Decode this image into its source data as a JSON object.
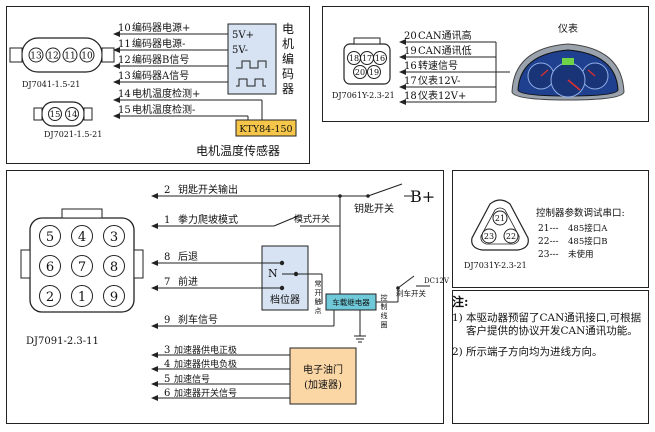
{
  "panel1": {
    "pins": [
      {
        "num": "10",
        "label": "编码器电源+"
      },
      {
        "num": "11",
        "label": "编码器电源-"
      },
      {
        "num": "12",
        "label": "编码器B信号"
      },
      {
        "num": "13",
        "label": "编码器A信号"
      },
      {
        "num": "14",
        "label": "电机温度检测+"
      },
      {
        "num": "15",
        "label": "电机温度检测-"
      }
    ],
    "connector_a": {
      "pins": [
        "13",
        "12",
        "11",
        "10"
      ],
      "model": "DJ7041-1.5-21"
    },
    "connector_b": {
      "pins": [
        "15",
        "14"
      ],
      "model": "DJ7021-1.5-21"
    },
    "encoder_box": {
      "line1": "5V+",
      "line2": "5V-"
    },
    "encoder_label": [
      "电",
      "机",
      "编",
      "码",
      "器"
    ],
    "sensor_chip": "KTY84-150",
    "sensor_label": "电机温度传感器"
  },
  "panel2": {
    "pins": [
      {
        "num": "20",
        "label": "CAN通讯高"
      },
      {
        "num": "19",
        "label": "CAN通讯低"
      },
      {
        "num": "16",
        "label": "转速信号"
      },
      {
        "num": "17",
        "label": "仪表12V-"
      },
      {
        "num": "18",
        "label": "仪表12V+"
      }
    ],
    "connector": {
      "pins": [
        "18",
        "17",
        "16",
        "20",
        "19"
      ],
      "model": "DJ7061Y-2.3-21"
    },
    "meter_label": "仪表"
  },
  "panel3": {
    "connector": {
      "pins": [
        "5",
        "4",
        "3",
        "6",
        "7",
        "8",
        "2",
        "1",
        "9"
      ],
      "model": "DJ7091-2.3-11"
    },
    "lines": [
      {
        "num": "2",
        "label": "钥匙开关输出"
      },
      {
        "num": "1",
        "label": "拳力爬坡模式"
      },
      {
        "num": "8",
        "label": "后退"
      },
      {
        "num": "7",
        "label": "前进"
      },
      {
        "num": "9",
        "label": "刹车信号"
      },
      {
        "num": "3",
        "label": "加速器供电正极"
      },
      {
        "num": "4",
        "label": "加速器供电负极"
      },
      {
        "num": "5",
        "label": "加速信号"
      },
      {
        "num": "6",
        "label": "加速器开关信号"
      }
    ],
    "key_switch": "钥匙开关",
    "b_plus": "B+",
    "mode_switch": "模式开关",
    "gear_n": "N",
    "gear_label": "档位器",
    "relay_label": "车载继电器",
    "relay_left": [
      "常",
      "开",
      "触",
      "点"
    ],
    "relay_right": [
      "控",
      "制",
      "线",
      "圈"
    ],
    "dc12v": "DC12V",
    "brake_switch": "刹车开关",
    "throttle_label": [
      "电子油门",
      "(加速器)"
    ]
  },
  "panel4": {
    "connector": {
      "pins": [
        "21",
        "23",
        "22"
      ],
      "model": "DJ7031Y-2.3-21"
    },
    "title": "控制器参数调试串口:",
    "items": [
      {
        "num": "21---",
        "label": "485接口A"
      },
      {
        "num": "22---",
        "label": "485接口B"
      },
      {
        "num": "23---",
        "label": "未使用"
      }
    ]
  },
  "note": {
    "title": "注:",
    "items": [
      {
        "num": "1)",
        "text": "本驱动器预留了CAN通讯接口,可根据客户提供的协议开发CAN通讯功能。"
      },
      {
        "num": "2)",
        "text": "所示端子方向均为进线方向。"
      }
    ]
  },
  "colors": {
    "line": "#222222",
    "yellow_box": "#f5c64a",
    "blue_box": "#d7e3f3",
    "relay_box": "#6fc9d9",
    "throttle_box": "#fbd7a6",
    "meter_blue": "#1f3f8f"
  }
}
